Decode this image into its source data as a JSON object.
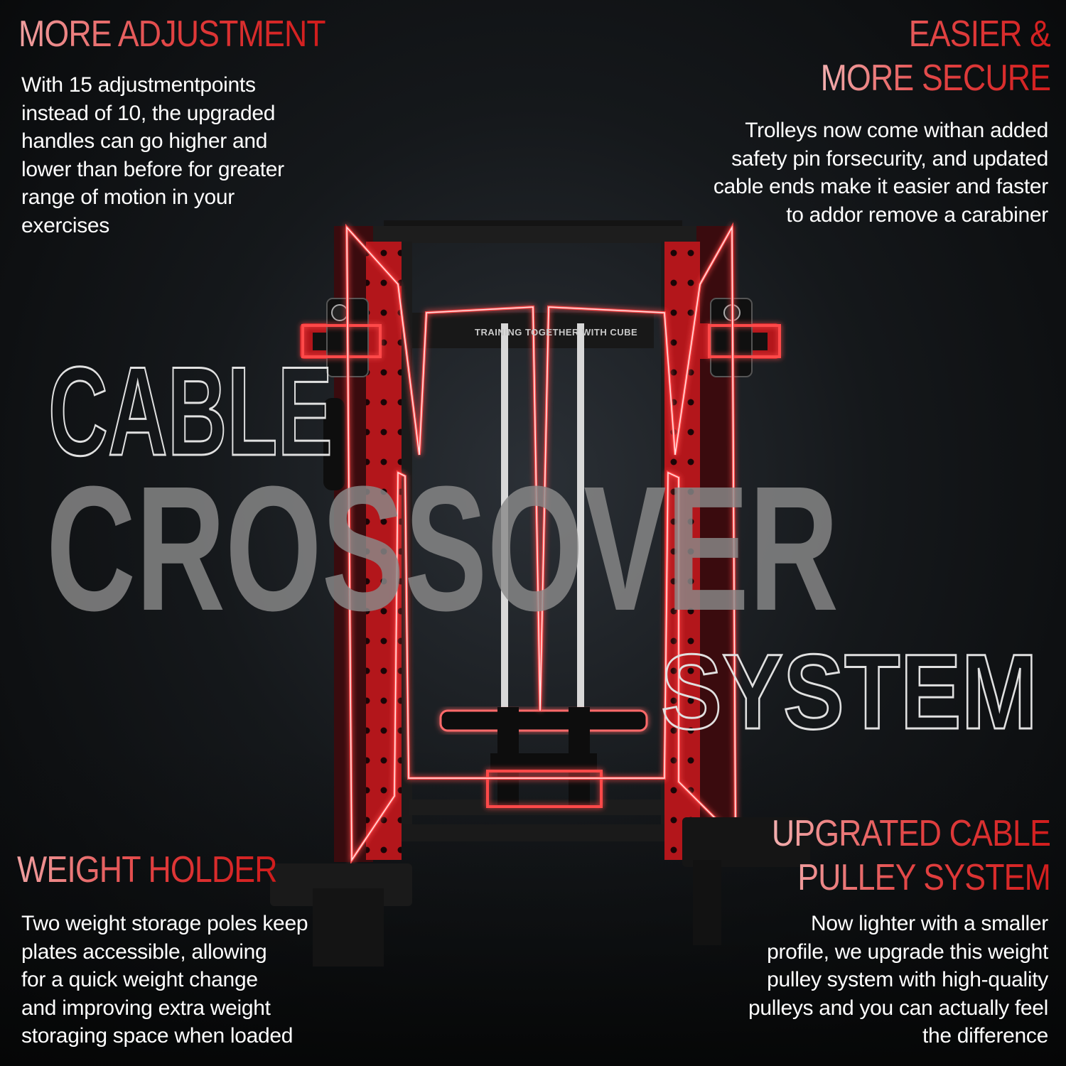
{
  "features": {
    "adjustment": {
      "title": "MORE ADJUSTMENT",
      "lines": [
        "With 15 adjustmentpoints",
        "instead of 10, the upgraded",
        "handles can go higher and",
        "lower than before for greater",
        "range of motion in your",
        "exercises"
      ]
    },
    "secure": {
      "title_lines": [
        "EASIER &",
        "MORE SECURE"
      ],
      "lines": [
        "Trolleys now come withan added",
        "safety pin forsecurity, and updated",
        "cable ends make it easier and faster",
        "to addor remove a carabiner"
      ]
    },
    "weight": {
      "title": "WEIGHT HOLDER",
      "lines": [
        "Two weight storage poles keep",
        "plates accessible, allowing",
        "for a quick weight change",
        "and improving extra weight",
        "storaging space when loaded"
      ]
    },
    "pulley": {
      "title_lines": [
        "UPGRATED CABLE",
        "PULLEY SYSTEM"
      ],
      "lines": [
        "Now lighter with a smaller",
        "profile, we upgrade this weight",
        "pulley system with high-quality",
        "pulleys and you can actually feel",
        "the difference"
      ]
    }
  },
  "hero": {
    "word1": "CABLE",
    "word2": "CROSSOVER",
    "word3": "SYSTEM"
  },
  "rack_sign": "TRAINING TOGETHER WITH CUBE",
  "colors": {
    "accent_red": "#e03131",
    "frame_red": "#b3161b",
    "glow": "#ff5a5a",
    "background": "#121518"
  }
}
